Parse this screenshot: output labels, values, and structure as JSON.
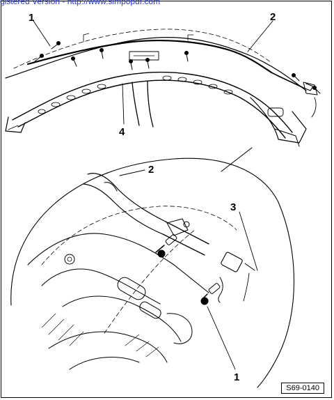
{
  "watermark": "gistered Version - http://www.simpopdf.com",
  "callouts": {
    "top_1": "1",
    "top_2": "2",
    "top_4": "4",
    "detail_2": "2",
    "detail_3": "3",
    "detail_1": "1"
  },
  "figure_id": "S69-0140"
}
